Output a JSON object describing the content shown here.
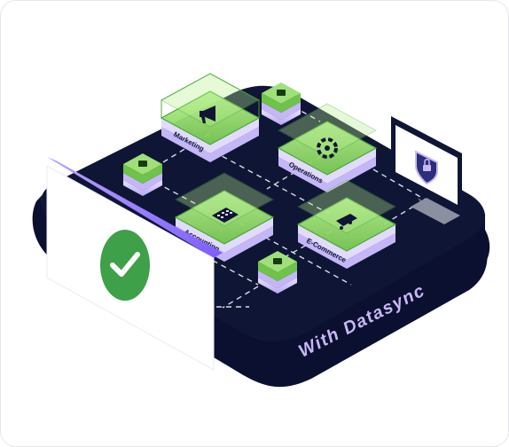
{
  "brand": {
    "text": "With Datasync",
    "color": "#c9b8f5"
  },
  "modules": {
    "marketing": {
      "label": "Marketing",
      "icon": "megaphone-icon"
    },
    "operations": {
      "label": "Operations",
      "icon": "gears-icon"
    },
    "accounting": {
      "label": "Accounting",
      "icon": "calculator-icon"
    },
    "ecommerce": {
      "label": "E-Commerce",
      "icon": "shopping-cart-icon"
    }
  },
  "status": {
    "icon": "checkmark-icon",
    "color": "#3fa04a"
  },
  "monitor": {
    "icon": "shield-lock-icon"
  },
  "colors": {
    "platform_top": "#0f1535",
    "platform_side": "#0b1030",
    "module_green": "#9fe07a",
    "module_green_dark": "#4aa836",
    "accent_purple": "#a58cff",
    "dash": "#d9dbe6"
  }
}
